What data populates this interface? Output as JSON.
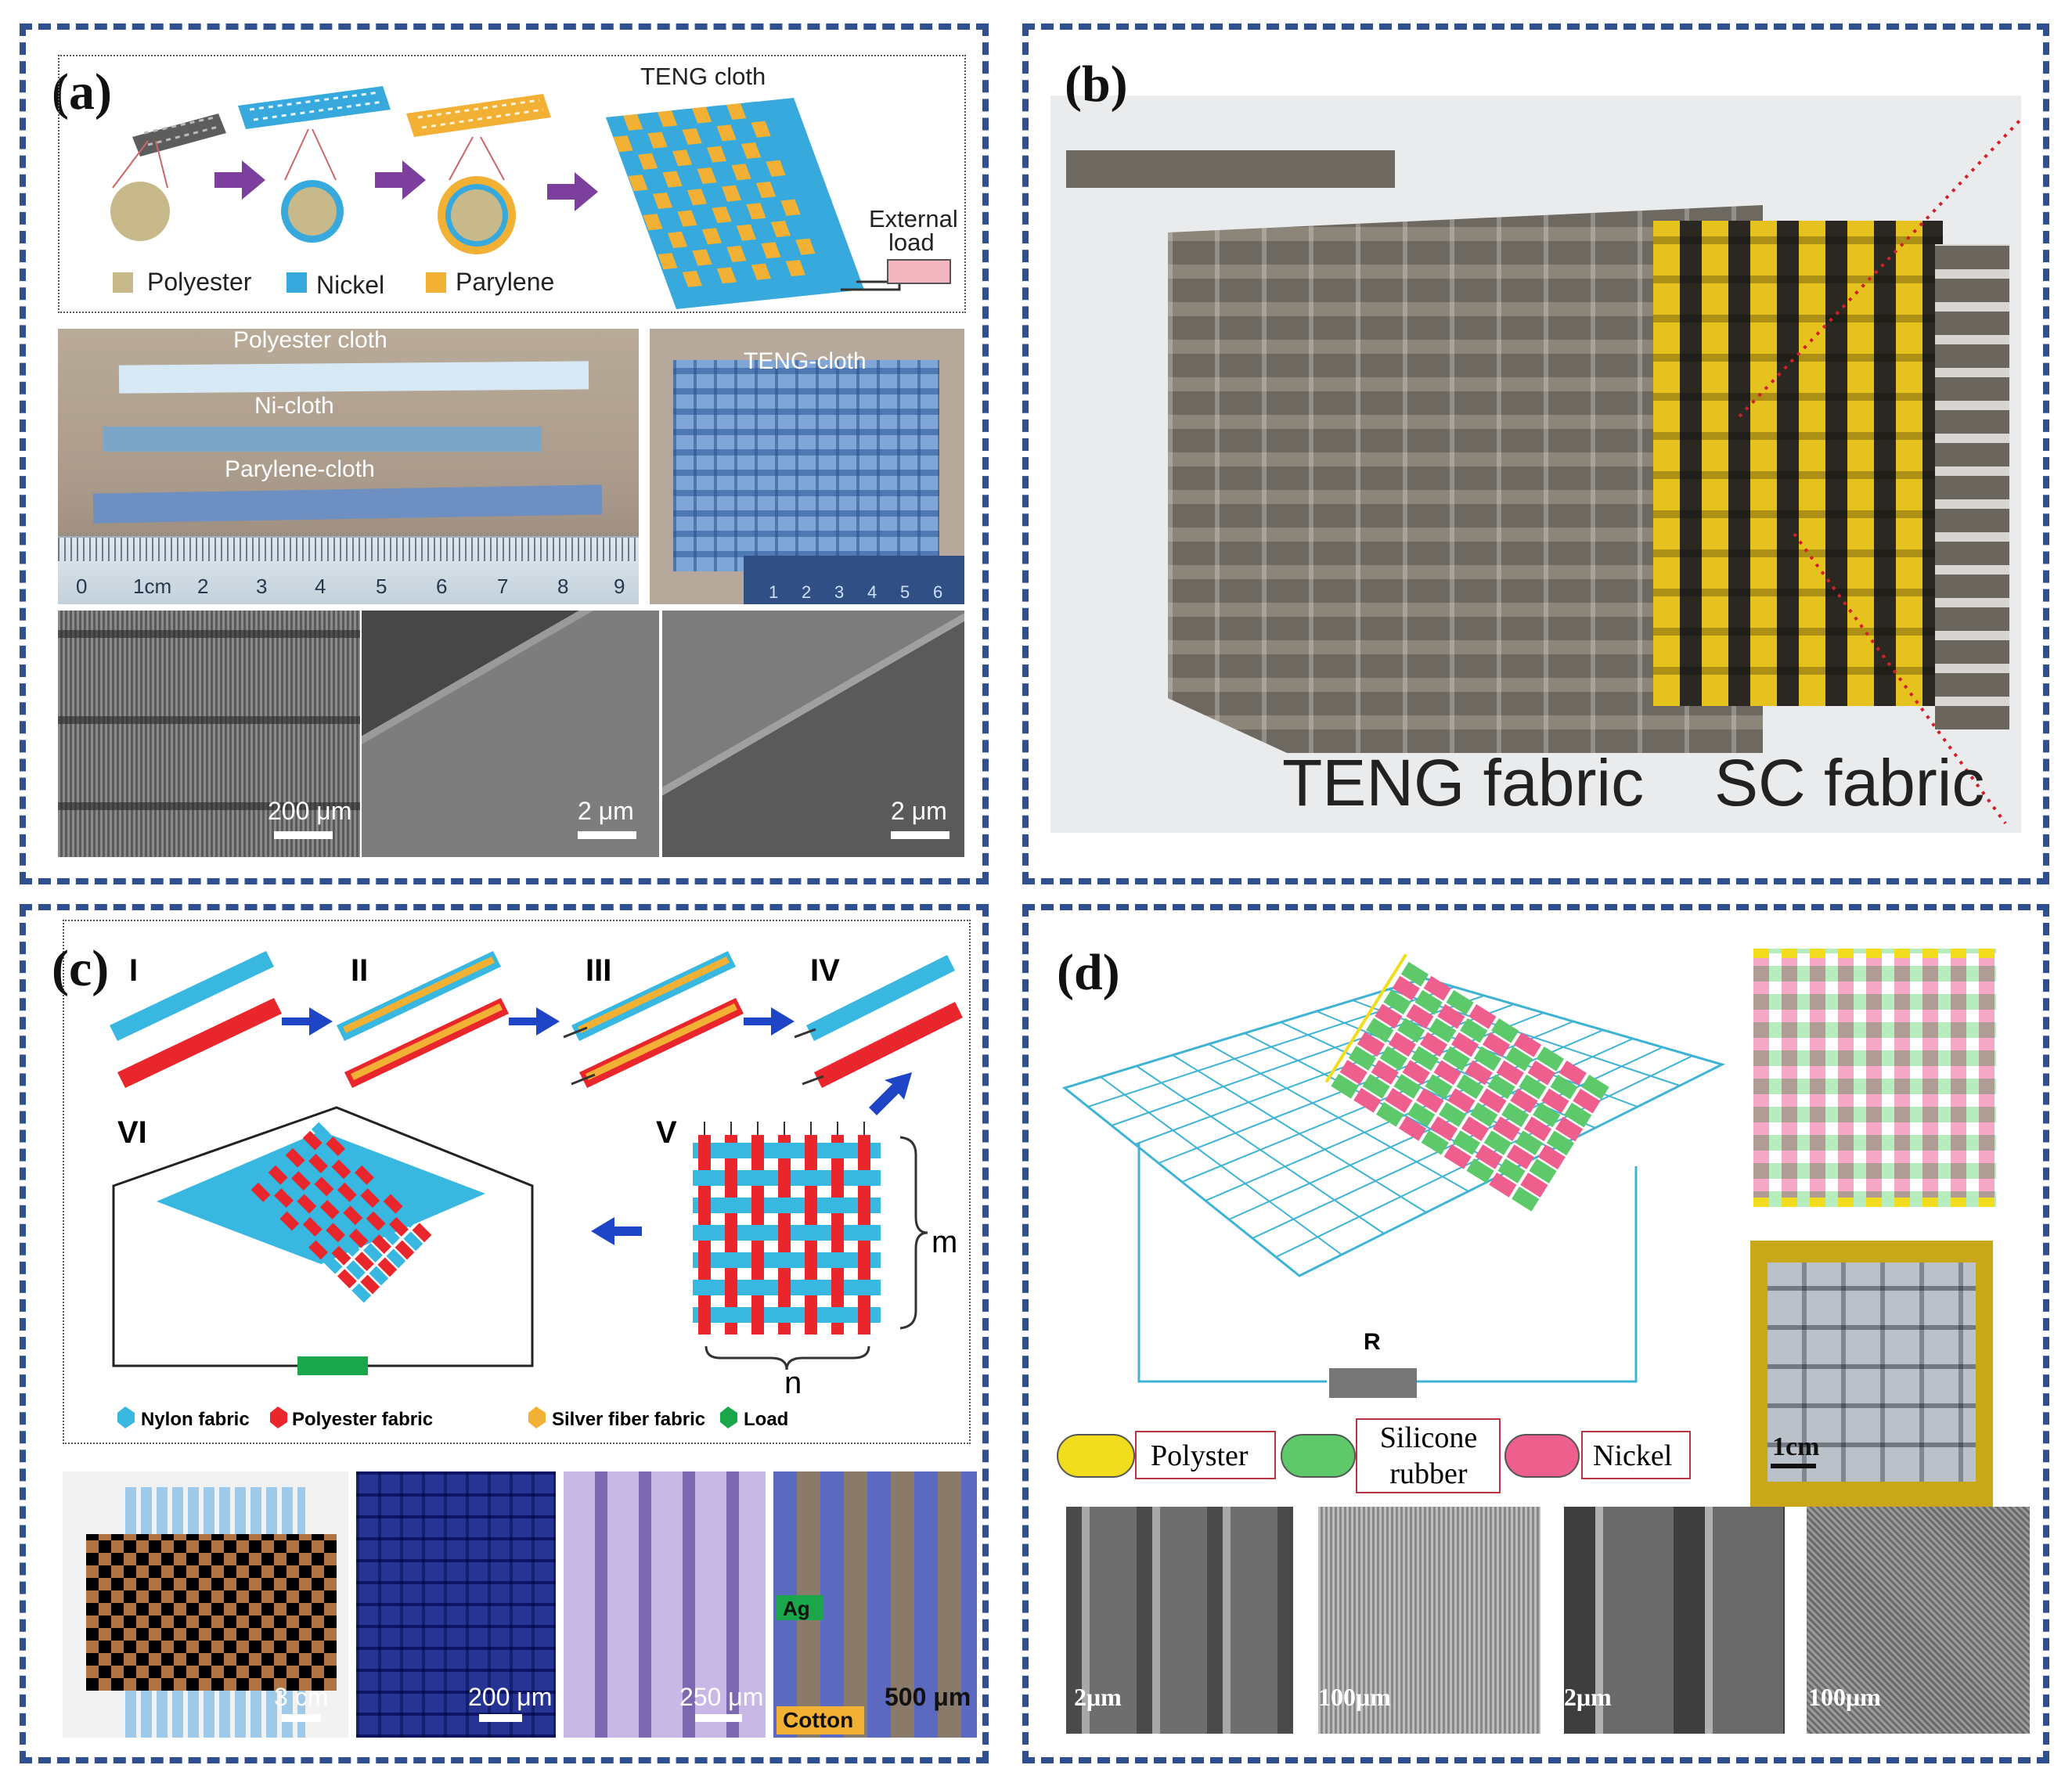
{
  "panels": {
    "a": {
      "label": "(a)",
      "teng_cloth_title": "TENG cloth",
      "external_load": [
        "External",
        "load"
      ],
      "legend": [
        "Polyester",
        "Nickel",
        "Parylene"
      ],
      "photo_labels": [
        "Polyester cloth",
        "Ni-cloth",
        "Parylene-cloth"
      ],
      "ruler_ticks": [
        "0",
        "1cm",
        "2",
        "3",
        "4",
        "5",
        "6",
        "7",
        "8",
        "9"
      ],
      "teng_photo_label": "TENG-cloth",
      "small_ruler_ticks": [
        "1",
        "2",
        "3",
        "4",
        "5",
        "6"
      ],
      "sem_scales": [
        "200 μm",
        "2 μm",
        "2 μm"
      ]
    },
    "b": {
      "label": "(b)",
      "teng_fabric": "TENG fabric",
      "sc_fabric": "SC fabric"
    },
    "c": {
      "label": "(c)",
      "steps": [
        "I",
        "II",
        "III",
        "IV",
        "V",
        "VI"
      ],
      "m": "m",
      "n": "n",
      "legend": [
        "Nylon fabric",
        "Polyester fabric",
        "Silver fiber fabric",
        "Load"
      ],
      "photo_scales": [
        "3 cm",
        "200 μm",
        "250 μm",
        "500 μm"
      ],
      "ag_label": "Ag",
      "cotton_label": "Cotton"
    },
    "d": {
      "label": "(d)",
      "resistor": "R",
      "legend": [
        "Polyster",
        "Silicone rubber",
        "Nickel"
      ],
      "photo_scale": "1cm",
      "sem_scales": [
        "2μm",
        "100μm",
        "2μm",
        "100μm"
      ]
    }
  },
  "colors": {
    "border": "#2f4f8f",
    "polyester": "#c8b98a",
    "nickel": "#37a9dd",
    "parylene": "#f2b134",
    "nylon": "#38b7e0",
    "poly_red": "#e8262b",
    "green": "#1aa64a",
    "pink": "#ee5f8d",
    "light_green": "#5ec96a",
    "yellow": "#f1dd1e"
  }
}
